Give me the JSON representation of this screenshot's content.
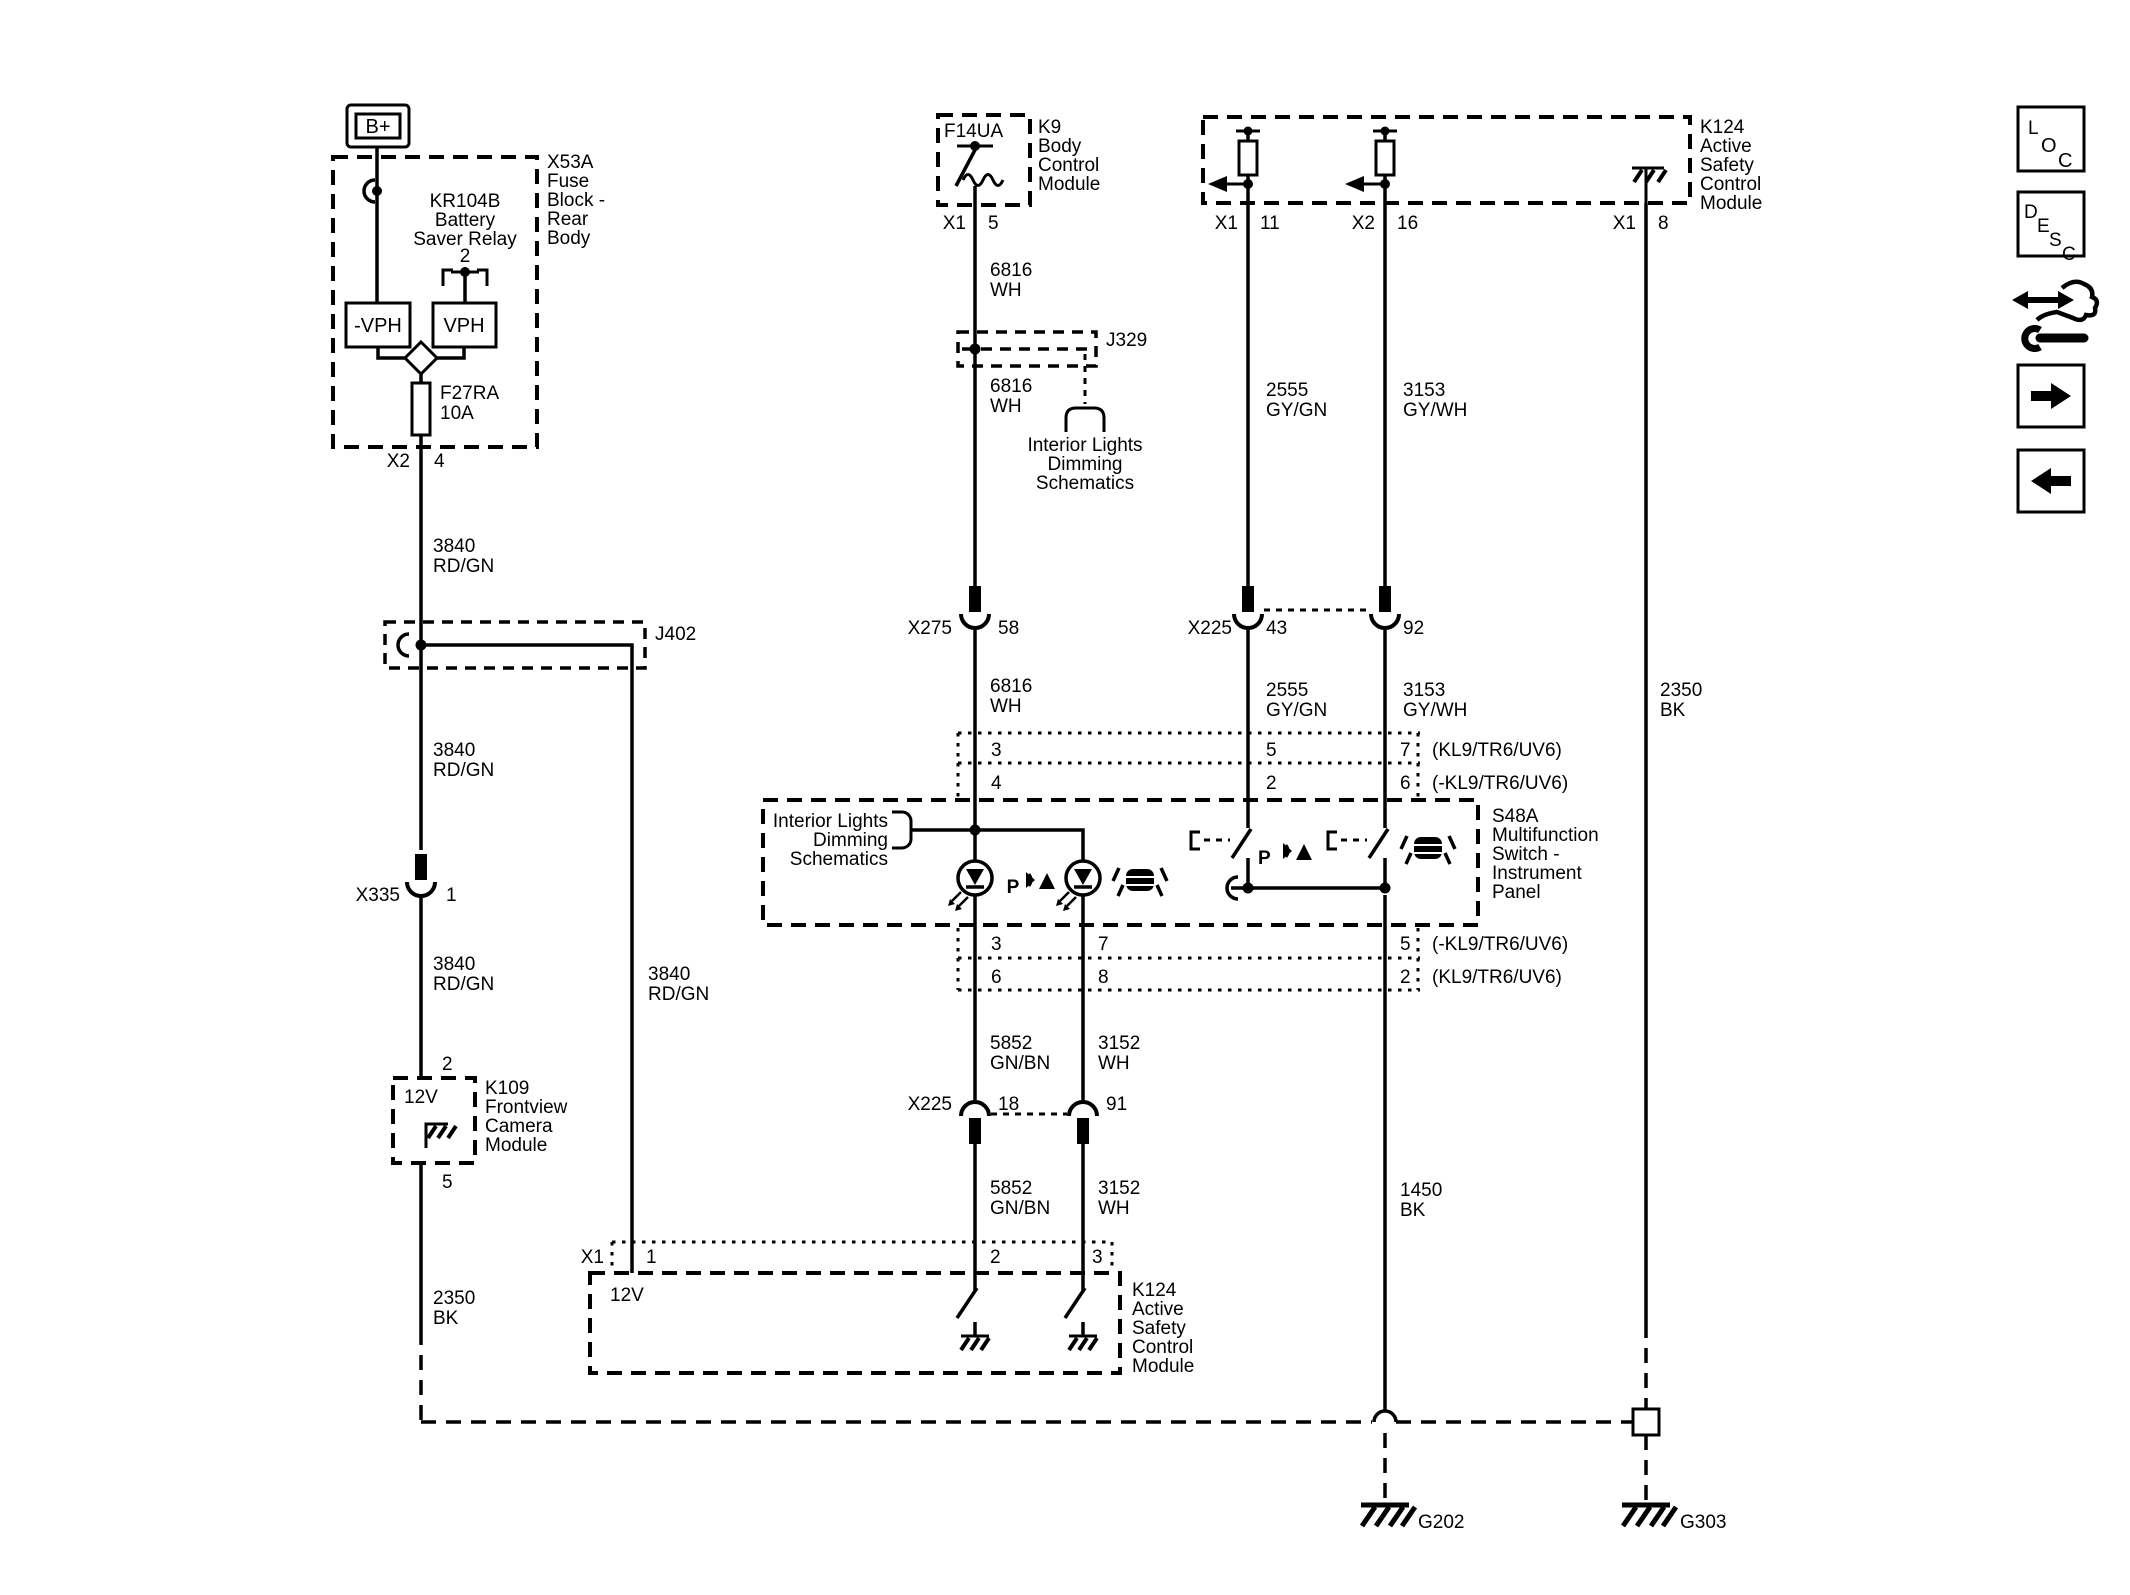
{
  "battery": {
    "label": "B+"
  },
  "x53a": {
    "label": "X53A\nFuse\nBlock -\nRear\nBody",
    "relay_label": "KR104B\nBattery\nSaver Relay",
    "relay_pin": "2",
    "vph_neg": "-VPH",
    "vph_pos": "VPH",
    "fuse": "F27RA\n10A",
    "conn": "X2",
    "pin": "4"
  },
  "k9": {
    "fuse": "F14UA",
    "label": "K9\nBody\nControl\nModule",
    "conn": "X1",
    "pin": "5"
  },
  "k124_top": {
    "label": "K124\nActive\nSafety\nControl\nModule",
    "conn_a": "X1",
    "pin_a": "11",
    "conn_b": "X2",
    "pin_b": "16",
    "conn_c": "X1",
    "pin_c": "8"
  },
  "j402": {
    "label": "J402"
  },
  "j329": {
    "label": "J329",
    "ref": "Interior Lights\nDimming\nSchematics"
  },
  "x275": {
    "name": "X275",
    "pin": "58"
  },
  "x225_top": {
    "name": "X225",
    "pin_a": "43",
    "pin_b": "92"
  },
  "x335": {
    "name": "X335",
    "pin": "1"
  },
  "s48a": {
    "label": "S48A\nMultifunction\nSwitch -\nInstrument\nPanel",
    "ref": "Interior Lights\nDimming\nSchematics",
    "park_letter": "P",
    "rows": {
      "t1a": "3",
      "t1b": "5",
      "t1c": "7",
      "t1v": "(KL9/TR6/UV6)",
      "t2a": "4",
      "t2b": "2",
      "t2c": "6",
      "t2v": "(-KL9/TR6/UV6)",
      "b1a": "3",
      "b1b": "7",
      "b1c": "5",
      "b1v": "(-KL9/TR6/UV6)",
      "b2a": "6",
      "b2b": "8",
      "b2c": "2",
      "b2v": "(KL9/TR6/UV6)"
    }
  },
  "x225_bot": {
    "name": "X225",
    "pin_a": "18",
    "pin_b": "91"
  },
  "k109": {
    "label": "K109\nFrontview\nCamera\nModule",
    "pin_top": "2",
    "voltage": "12V",
    "pin_bot": "5"
  },
  "k124_bot": {
    "label": "K124\nActive\nSafety\nControl\nModule",
    "conn": "X1",
    "pin_a": "1",
    "voltage": "12V",
    "pin_b": "2",
    "pin_c": "3"
  },
  "wires": {
    "w3840": "3840\nRD/GN",
    "w6816": "6816\nWH",
    "w2555": "2555\nGY/GN",
    "w3153": "3153\nGY/WH",
    "w2350": "2350\nBK",
    "w5852": "5852\nGN/BN",
    "w3152": "3152\nWH",
    "w1450": "1450\nBK"
  },
  "grounds": {
    "g202": "G202",
    "g303": "G303"
  },
  "toolbar": {
    "loc": {
      "l1": "L",
      "l2": "O",
      "l3": "C"
    },
    "desc": {
      "l1": "D",
      "l2": "E",
      "l3": "S",
      "l4": "C"
    }
  }
}
